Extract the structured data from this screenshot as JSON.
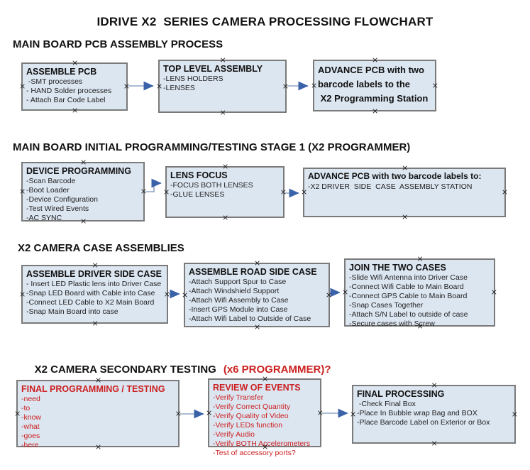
{
  "title": "IDRIVE X2  SERIES CAMERA PROCESSING FLOWCHART",
  "colors": {
    "box_fill": "#dce6f1",
    "box_border": "#7a7a7a",
    "red_text": "#cc2020",
    "arrow_line": "#8fa6c6",
    "arrow_head": "#3a62a8",
    "text": "#111111"
  },
  "icons": {
    "handle_glyph": "×"
  },
  "sections": [
    {
      "heading": "MAIN BOARD PCB ASSEMBLY PROCESS",
      "boxes": [
        {
          "title": "ASSEMBLE PCB",
          "items": [
            " -SMT processes",
            "- HAND Solder processes",
            "- Attach Bar Code Label"
          ]
        },
        {
          "title": "TOP LEVEL ASSEMBLY",
          "items": [
            "-LENS HOLDERS",
            "-LENSES"
          ]
        },
        {
          "title": "ADVANCE PCB with two\nbarcode labels to the\n X2 Programming Station",
          "items": []
        }
      ]
    },
    {
      "heading": "MAIN BOARD INITIAL PROGRAMMING/TESTING STAGE 1 (X2 PROGRAMMER)",
      "boxes": [
        {
          "title": "DEVICE PROGRAMMING",
          "items": [
            "-Scan Barcode",
            "-Boot Loader",
            "-Device Configuration",
            "-Test Wired Events",
            "-AC SYNC"
          ]
        },
        {
          "title": "LENS FOCUS",
          "items": [
            "-FOCUS BOTH LENSES",
            "-GLUE LENSES"
          ]
        },
        {
          "title": "ADVANCE PCB with two barcode labels to:",
          "items": [
            "-X2 DRIVER  SIDE  CASE  ASSEMBLY STATION"
          ]
        }
      ]
    },
    {
      "heading": "X2 CAMERA CASE ASSEMBLIES",
      "boxes": [
        {
          "title": "ASSEMBLE DRIVER SIDE CASE",
          "items": [
            "- Insert LED Plastic lens into Driver Case",
            "-Snap LED Board with Cable into Case",
            "-Connect LED Cable to X2 Main Board",
            "-Snap Main Board into case"
          ]
        },
        {
          "title": "ASSEMBLE ROAD SIDE CASE",
          "items": [
            "-Attach Support Spur to Case",
            "-Attach Windshield Support",
            "-Attach Wifi Assembly to Case",
            "-Insert GPS Module into Case",
            "-Attach Wifi Label to Outside of Case"
          ]
        },
        {
          "title": "JOIN THE TWO CASES",
          "items": [
            "-Slide Wifi Antenna into Driver Case",
            "-Connect Wifi Cable to Main Board",
            "-Connect GPS Cable to Main Board",
            "-Snap Cases Together",
            "-Attach S/N Label to outside of case",
            "-Secure cases with Screw"
          ]
        }
      ]
    },
    {
      "heading_black": "X2 CAMERA SECONDARY TESTING",
      "heading_red": "(x6 PROGRAMMER)?",
      "boxes": [
        {
          "title": "FINAL PROGRAMMING / TESTING",
          "red": true,
          "items": [
            "-need",
            "-to",
            "-know",
            "-what",
            "-goes",
            "-here"
          ]
        },
        {
          "title": "REVIEW OF EVENTS",
          "red": true,
          "items": [
            "-Verify Transfer",
            "-Verify Correct Quantity",
            "-Verify Quality of Video",
            "-Verify LEDs function",
            "-Verify Audio",
            "-Verify BOTH Accelerometers",
            "-Test of accessory ports?"
          ]
        },
        {
          "title": "FINAL PROCESSING",
          "items": [
            " -Check Final Box",
            "-Place In Bubble wrap Bag and BOX",
            "-Place Barcode Label on Exterior or Box"
          ]
        }
      ]
    }
  ]
}
